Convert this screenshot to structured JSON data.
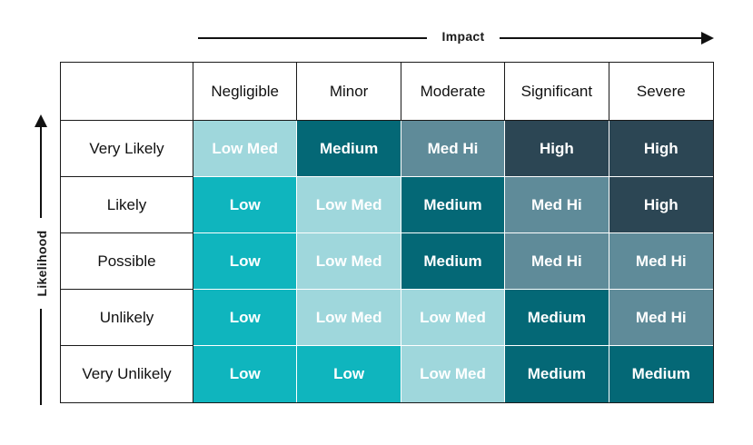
{
  "axes": {
    "impact_label": "Impact",
    "likelihood_label": "Likelihood"
  },
  "matrix": {
    "columns": [
      "Negligible",
      "Minor",
      "Moderate",
      "Significant",
      "Severe"
    ],
    "rows": [
      {
        "label": "Very Likely",
        "cells": [
          "Low Med",
          "Medium",
          "Med Hi",
          "High",
          "High"
        ]
      },
      {
        "label": "Likely",
        "cells": [
          "Low",
          "Low Med",
          "Medium",
          "Med Hi",
          "High"
        ]
      },
      {
        "label": "Possible",
        "cells": [
          "Low",
          "Low Med",
          "Medium",
          "Med Hi",
          "Med Hi"
        ]
      },
      {
        "label": "Unlikely",
        "cells": [
          "Low",
          "Low Med",
          "Low Med",
          "Medium",
          "Med Hi"
        ]
      },
      {
        "label": "Very Unlikely",
        "cells": [
          "Low",
          "Low",
          "Low Med",
          "Medium",
          "Medium"
        ]
      }
    ]
  },
  "colors": {
    "Low": "#0fb5be",
    "Low Med": "#9fd7dc",
    "Medium": "#046876",
    "Med Hi": "#5f8b99",
    "High": "#2c4654"
  }
}
